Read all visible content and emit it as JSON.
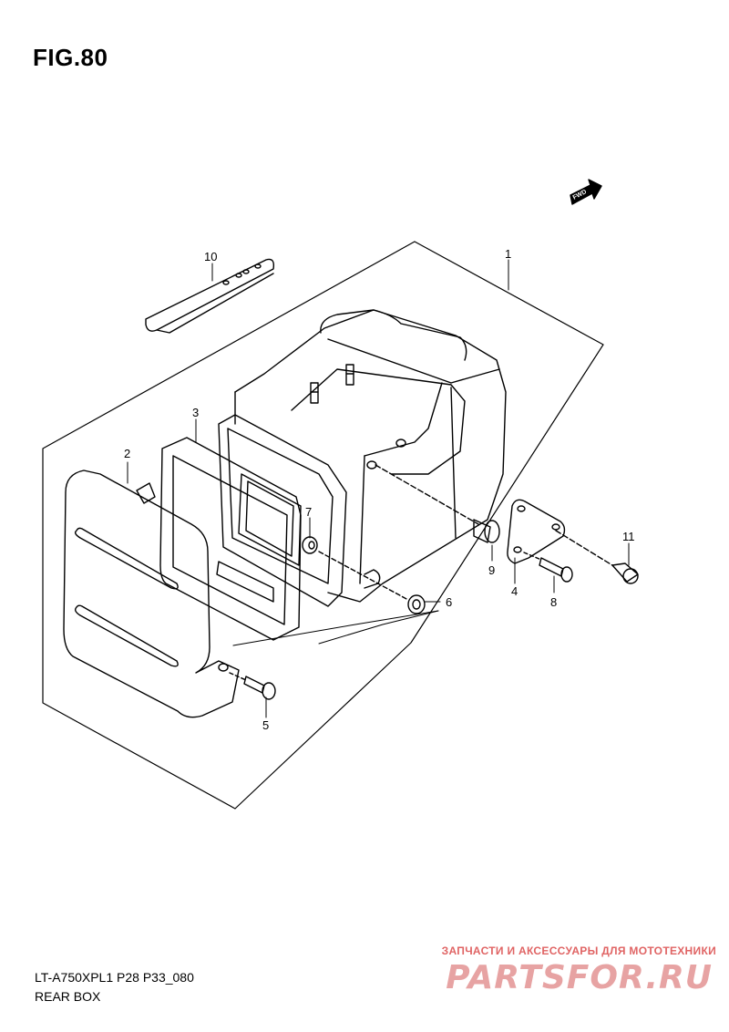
{
  "figure": {
    "title": "FIG.80",
    "fwd_label": "FWD"
  },
  "parts": [
    {
      "no": "1"
    },
    {
      "no": "2"
    },
    {
      "no": "3"
    },
    {
      "no": "4"
    },
    {
      "no": "5"
    },
    {
      "no": "6"
    },
    {
      "no": "7"
    },
    {
      "no": "8"
    },
    {
      "no": "9"
    },
    {
      "no": "10"
    },
    {
      "no": "11"
    }
  ],
  "footer": {
    "model_code": "LT-A750XPL1  P28 P33_080",
    "section_name": "REAR BOX"
  },
  "watermark": {
    "tagline": "ЗАПЧАСТИ И АКСЕССУАРЫ ДЛЯ МОТОТЕХНИКИ",
    "logo_text": "PARTSFOR.RU",
    "color": "#e06464"
  }
}
